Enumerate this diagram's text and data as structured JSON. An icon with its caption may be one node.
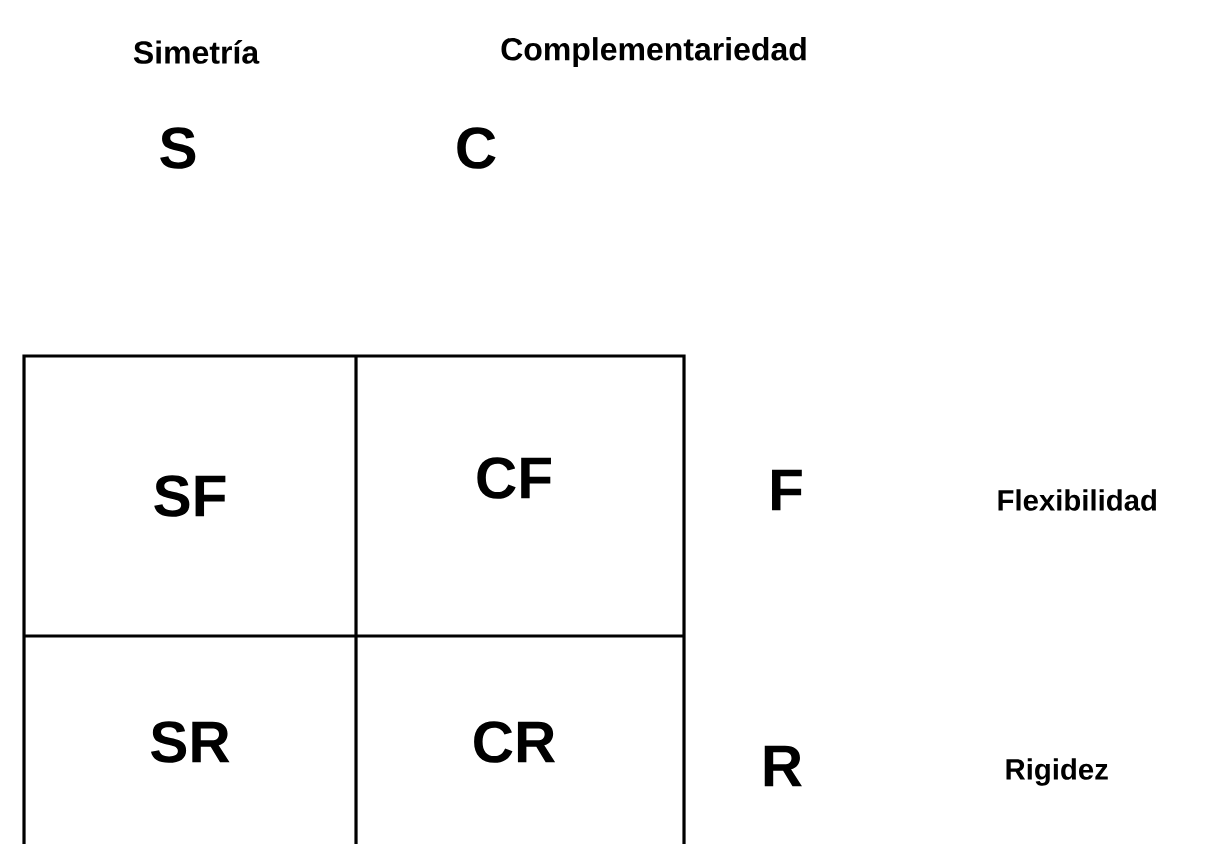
{
  "diagram": {
    "nodes": [
      {
        "text": [
          "SF"
        ]
      },
      {
        "text": [
          "CF"
        ]
      },
      {
        "text": [
          "SR"
        ]
      },
      {
        "text": [
          "CR"
        ]
      }
    ],
    "labels": [
      "Simetría",
      "Complementariedad",
      "S",
      "C",
      "F",
      "Flexibilidad",
      "R",
      "Rigidez"
    ]
  }
}
